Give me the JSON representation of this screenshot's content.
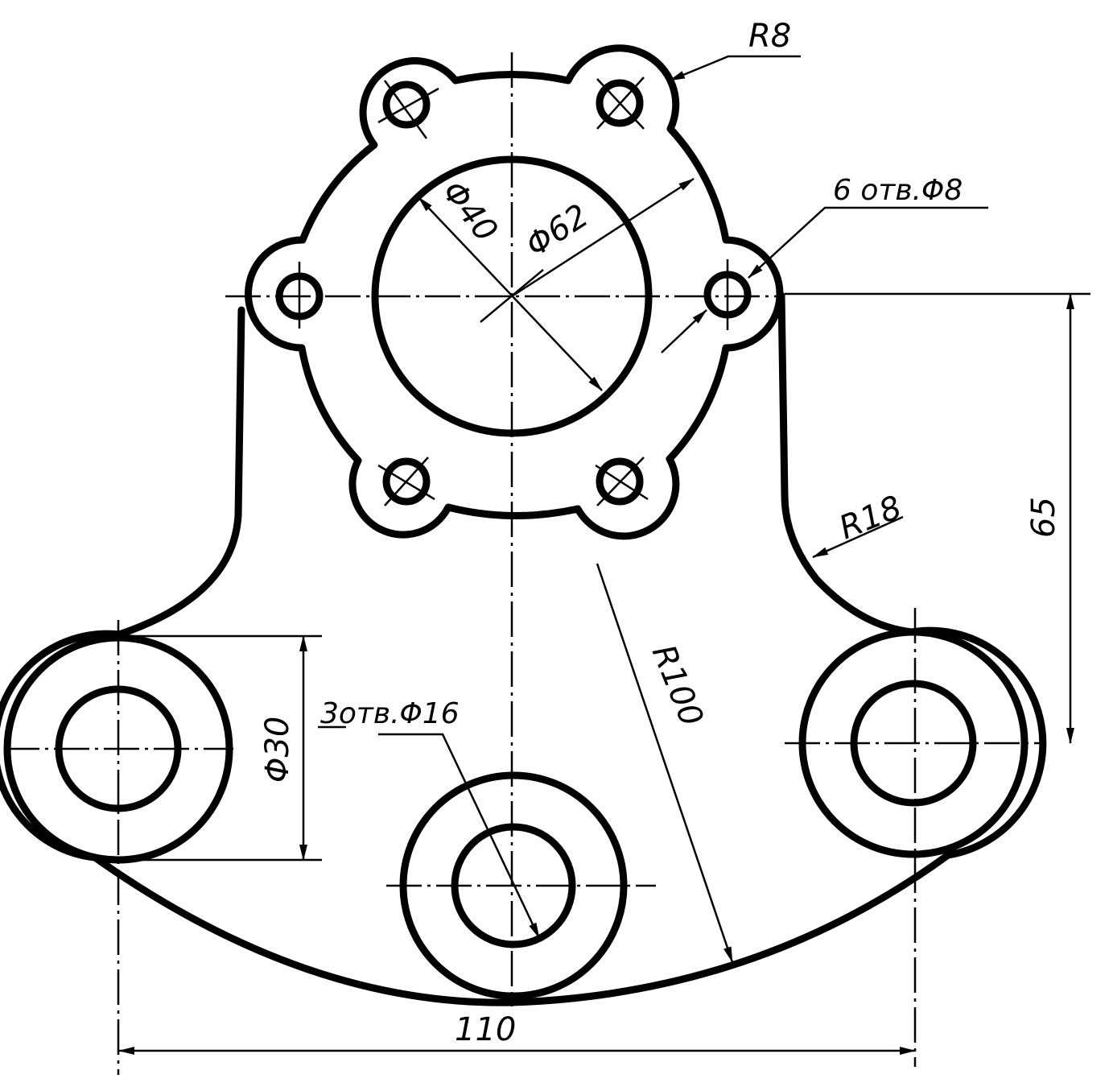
{
  "dimensions": {
    "r8": "R8",
    "six_holes": "6 отв.Φ8",
    "d40": "Φ40",
    "d62": "Φ62",
    "r18": "R18",
    "dist65": "65",
    "r100": "R100",
    "d30": "Φ30",
    "three_holes": "3отв.Φ16",
    "dist110": "110"
  }
}
